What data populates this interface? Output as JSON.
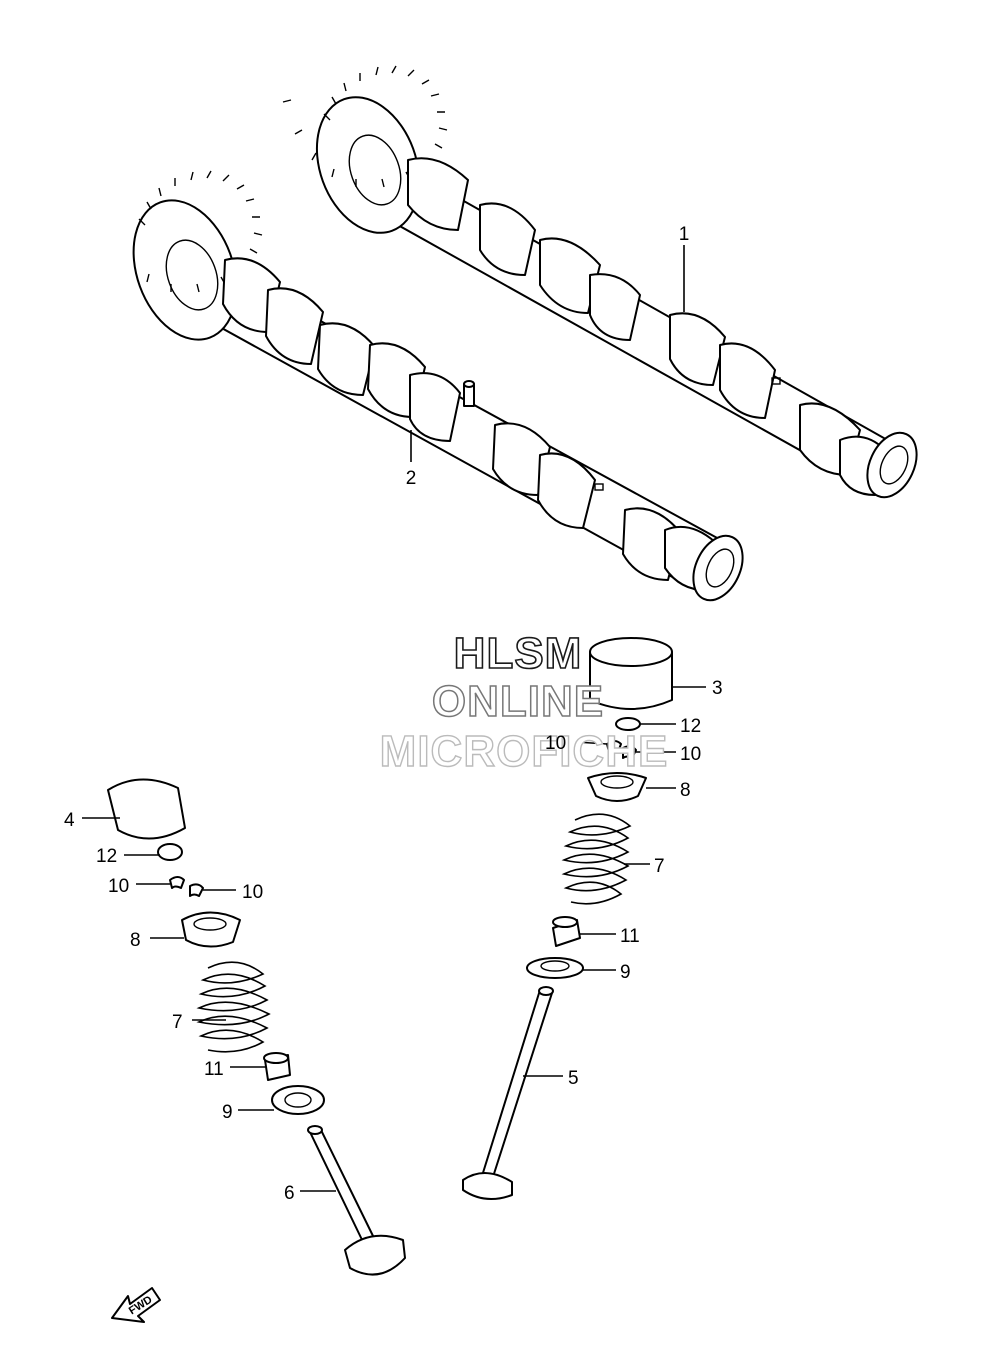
{
  "watermark": {
    "line1": "HLSM",
    "line2": "ONLINE",
    "line3": "MICROFICHE"
  },
  "fwd_label": "FWD",
  "callouts": [
    {
      "id": "label-1",
      "text": "1"
    },
    {
      "id": "label-2",
      "text": "2"
    },
    {
      "id": "label-3",
      "text": "3"
    },
    {
      "id": "label-12-right",
      "text": "12"
    },
    {
      "id": "label-10-right-a",
      "text": "10"
    },
    {
      "id": "label-10-right-b",
      "text": "10"
    },
    {
      "id": "label-8-right",
      "text": "8"
    },
    {
      "id": "label-7-right",
      "text": "7"
    },
    {
      "id": "label-11-right",
      "text": "11"
    },
    {
      "id": "label-9-right",
      "text": "9"
    },
    {
      "id": "label-5",
      "text": "5"
    },
    {
      "id": "label-4",
      "text": "4"
    },
    {
      "id": "label-12-left",
      "text": "12"
    },
    {
      "id": "label-10-left-a",
      "text": "10"
    },
    {
      "id": "label-10-left-b",
      "text": "10"
    },
    {
      "id": "label-8-left",
      "text": "8"
    },
    {
      "id": "label-7-left",
      "text": "7"
    },
    {
      "id": "label-11-left",
      "text": "11"
    },
    {
      "id": "label-9-left",
      "text": "9"
    },
    {
      "id": "label-6",
      "text": "6"
    }
  ]
}
